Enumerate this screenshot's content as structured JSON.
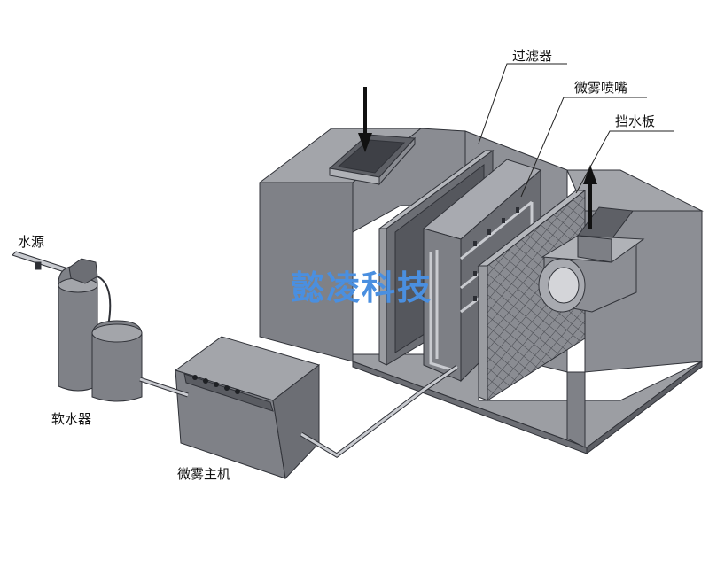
{
  "labels": {
    "filter": "过滤器",
    "mist_nozzle": "微雾喷嘴",
    "water_baffle": "挡水板",
    "water_source": "水源",
    "water_softener": "软水器",
    "mist_host": "微雾主机"
  },
  "watermark": "懿凌科技",
  "colors": {
    "housing_top": "#a3a5aa",
    "housing_front": "#7f8187",
    "housing_side": "#6c6e74",
    "floor": "#9c9ea3",
    "outline": "#303238",
    "leader": "#222222",
    "arrow": "#111111",
    "watermark": "#4a8fe0"
  }
}
